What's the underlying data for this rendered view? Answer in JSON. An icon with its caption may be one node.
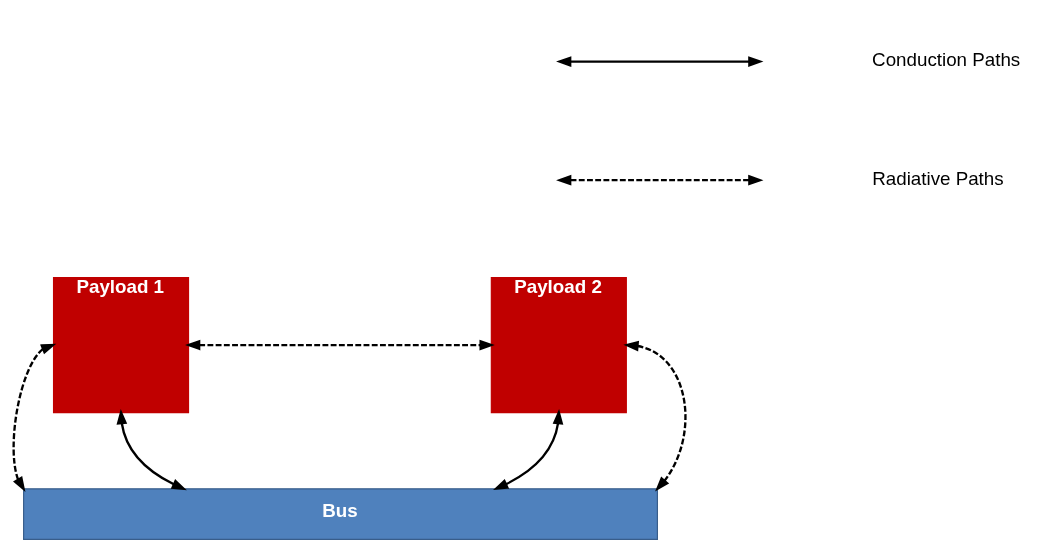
{
  "diagram": {
    "nodes": [
      {
        "text": [
          "Payload 1"
        ]
      },
      {
        "text": [
          "Payload 2"
        ]
      },
      {
        "text": [
          "Bus"
        ]
      }
    ],
    "edges": [
      {
        "from": 0,
        "to": 2,
        "arrow": "both",
        "style": "dashed"
      },
      {
        "from": 0,
        "to": 1,
        "arrow": "both",
        "style": "dashed"
      },
      {
        "from": 1,
        "to": 2,
        "arrow": "both",
        "style": "dashed"
      },
      {
        "from": 0,
        "to": 2,
        "arrow": "both"
      },
      {
        "from": 1,
        "to": 2,
        "arrow": "both"
      }
    ],
    "legend": [
      {
        "text": "Conduction Paths"
      },
      {
        "text": "Radiative Paths"
      }
    ]
  }
}
